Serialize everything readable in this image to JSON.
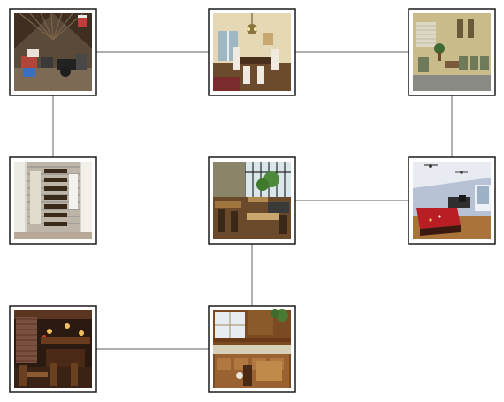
{
  "nodes": [
    {
      "id": "attic",
      "scene": "attic"
    },
    {
      "id": "dining-room",
      "scene": "dining"
    },
    {
      "id": "waiting-room",
      "scene": "waiting"
    },
    {
      "id": "closet",
      "scene": "closet"
    },
    {
      "id": "cafe",
      "scene": "cafe"
    },
    {
      "id": "game-room",
      "scene": "gameroom"
    },
    {
      "id": "pub",
      "scene": "pub"
    },
    {
      "id": "kitchen",
      "scene": "kitchen"
    }
  ],
  "edges": [
    [
      "attic",
      "dining-room"
    ],
    [
      "dining-room",
      "waiting-room"
    ],
    [
      "attic",
      "closet"
    ],
    [
      "waiting-room",
      "game-room"
    ],
    [
      "cafe",
      "game-room"
    ],
    [
      "cafe",
      "kitchen"
    ],
    [
      "pub",
      "kitchen"
    ]
  ]
}
